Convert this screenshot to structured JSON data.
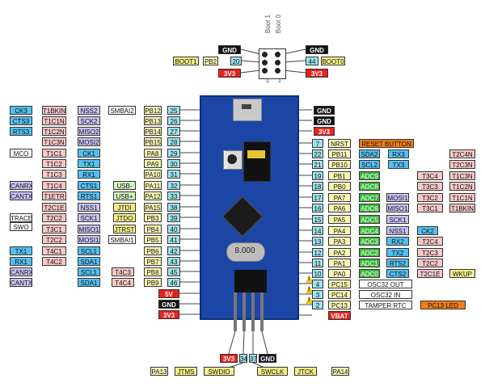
{
  "colors": {
    "green": "#3db83d",
    "blue": "#55bff0",
    "lavender": "#c8c3f5",
    "pink": "#f7c8c6",
    "yellow": "#f5ee8a",
    "lightyellow": "#fbf6b5",
    "red": "#e8211b",
    "black": "#111111",
    "orange": "#f07d16",
    "cyan": "#9fe3ef",
    "white": "#ffffff",
    "palegreen": "#d2f4c0",
    "board": "#1b46a6"
  },
  "boot_jumpers": {
    "label_0": "Boot 0",
    "label_1": "Boot 1",
    "num_left": "1",
    "num_right": "1"
  },
  "board": {
    "reset_label": "RESET",
    "crystal_label": "8.000"
  },
  "labels": [
    {
      "t": "GND",
      "c": "black"
    },
    {
      "t": "GND",
      "c": "black"
    },
    {
      "t": "BOOT1",
      "c": "yellow"
    },
    {
      "t": "PB2",
      "c": "lightyellow"
    },
    {
      "t": "20",
      "c": "cyan"
    },
    {
      "t": "44",
      "c": "cyan"
    },
    {
      "t": "BOOT0",
      "c": "yellow"
    },
    {
      "t": "3V3",
      "c": "red"
    },
    {
      "t": "3V3",
      "c": "red"
    },
    {
      "t": "CK3",
      "c": "blue"
    },
    {
      "t": "T1BKIN",
      "c": "pink"
    },
    {
      "t": "NSS2",
      "c": "lavender"
    },
    {
      "t": "SMBAI2",
      "c": "white"
    },
    {
      "t": "PB12",
      "c": "lightyellow"
    },
    {
      "t": "25",
      "c": "cyan"
    },
    {
      "t": "CTS3",
      "c": "blue"
    },
    {
      "t": "T1C1N",
      "c": "pink"
    },
    {
      "t": "SCK2",
      "c": "lavender"
    },
    {
      "t": "PB13",
      "c": "lightyellow"
    },
    {
      "t": "26",
      "c": "cyan"
    },
    {
      "t": "RTS3",
      "c": "blue"
    },
    {
      "t": "T1C2N",
      "c": "pink"
    },
    {
      "t": "MISO2",
      "c": "lavender"
    },
    {
      "t": "PB14",
      "c": "lightyellow"
    },
    {
      "t": "27",
      "c": "cyan"
    },
    {
      "t": "T1C3N",
      "c": "pink"
    },
    {
      "t": "MOSI2",
      "c": "lavender"
    },
    {
      "t": "PB15",
      "c": "lightyellow"
    },
    {
      "t": "28",
      "c": "cyan"
    },
    {
      "t": "MCO",
      "c": "white"
    },
    {
      "t": "T1C1",
      "c": "pink"
    },
    {
      "t": "CK1",
      "c": "blue"
    },
    {
      "t": "PA8",
      "c": "lightyellow"
    },
    {
      "t": "29",
      "c": "cyan"
    },
    {
      "t": "T1C2",
      "c": "pink"
    },
    {
      "t": "TX1",
      "c": "blue"
    },
    {
      "t": "PA9",
      "c": "lightyellow"
    },
    {
      "t": "30",
      "c": "cyan"
    },
    {
      "t": "T1C3",
      "c": "pink"
    },
    {
      "t": "RX1",
      "c": "blue"
    },
    {
      "t": "PA10",
      "c": "lightyellow"
    },
    {
      "t": "31",
      "c": "cyan"
    },
    {
      "t": "CANRX",
      "c": "lavender"
    },
    {
      "t": "T1C4",
      "c": "pink"
    },
    {
      "t": "CTS1",
      "c": "blue"
    },
    {
      "t": "USB-",
      "c": "palegreen"
    },
    {
      "t": "PA11",
      "c": "lightyellow"
    },
    {
      "t": "32",
      "c": "cyan"
    },
    {
      "t": "CANTX",
      "c": "lavender"
    },
    {
      "t": "T1ETR",
      "c": "pink"
    },
    {
      "t": "RTS1",
      "c": "blue"
    },
    {
      "t": "USB+",
      "c": "palegreen"
    },
    {
      "t": "PA12",
      "c": "lightyellow"
    },
    {
      "t": "33",
      "c": "cyan"
    },
    {
      "t": "T2C1E",
      "c": "pink"
    },
    {
      "t": "NSS1",
      "c": "lavender"
    },
    {
      "t": "JTDI",
      "c": "yellow"
    },
    {
      "t": "PA15",
      "c": "lightyellow"
    },
    {
      "t": "38",
      "c": "cyan"
    },
    {
      "t": "TRACE",
      "c": "white"
    },
    {
      "t": "T2C2",
      "c": "pink"
    },
    {
      "t": "SCK1",
      "c": "lavender"
    },
    {
      "t": "JTDO",
      "c": "yellow"
    },
    {
      "t": "PB3",
      "c": "lightyellow"
    },
    {
      "t": "39",
      "c": "cyan"
    },
    {
      "t": "SWO",
      "c": "white"
    },
    {
      "t": "T3C1",
      "c": "pink"
    },
    {
      "t": "MISO1",
      "c": "lavender"
    },
    {
      "t": "JTRST",
      "c": "yellow"
    },
    {
      "t": "PB4",
      "c": "lightyellow"
    },
    {
      "t": "40",
      "c": "cyan"
    },
    {
      "t": "T2C2",
      "c": "pink"
    },
    {
      "t": "MOSI1",
      "c": "lavender"
    },
    {
      "t": "SMBAI1",
      "c": "white"
    },
    {
      "t": "PB5",
      "c": "lightyellow"
    },
    {
      "t": "41",
      "c": "cyan"
    },
    {
      "t": "TX1",
      "c": "blue"
    },
    {
      "t": "T4C1",
      "c": "pink"
    },
    {
      "t": "SCL1",
      "c": "blue"
    },
    {
      "t": "PB6",
      "c": "lightyellow"
    },
    {
      "t": "42",
      "c": "cyan"
    },
    {
      "t": "RX1",
      "c": "blue"
    },
    {
      "t": "T4C2",
      "c": "pink"
    },
    {
      "t": "SDA1",
      "c": "blue"
    },
    {
      "t": "PB7",
      "c": "lightyellow"
    },
    {
      "t": "43",
      "c": "cyan"
    },
    {
      "t": "CANRX",
      "c": "lavender"
    },
    {
      "t": "SCL1",
      "c": "blue"
    },
    {
      "t": "T4C3",
      "c": "pink"
    },
    {
      "t": "PB8",
      "c": "lightyellow"
    },
    {
      "t": "45",
      "c": "cyan"
    },
    {
      "t": "CANTX",
      "c": "lavender"
    },
    {
      "t": "SDA1",
      "c": "blue"
    },
    {
      "t": "T4C4",
      "c": "pink"
    },
    {
      "t": "PB9",
      "c": "lightyellow"
    },
    {
      "t": "46",
      "c": "cyan"
    },
    {
      "t": "5V",
      "c": "red"
    },
    {
      "t": "GND",
      "c": "black"
    },
    {
      "t": "3V3",
      "c": "red"
    },
    {
      "t": "GND",
      "c": "black"
    },
    {
      "t": "GND",
      "c": "black"
    },
    {
      "t": "3V3",
      "c": "red"
    },
    {
      "t": "7",
      "c": "cyan"
    },
    {
      "t": "NRST",
      "c": "lightyellow"
    },
    {
      "t": "RESET BUTTON",
      "c": "orange"
    },
    {
      "t": "22",
      "c": "cyan"
    },
    {
      "t": "PB11",
      "c": "lightyellow"
    },
    {
      "t": "SDA2",
      "c": "blue"
    },
    {
      "t": "RX3",
      "c": "blue"
    },
    {
      "t": "T2C4N",
      "c": "pink"
    },
    {
      "t": "21",
      "c": "cyan"
    },
    {
      "t": "PB10",
      "c": "lightyellow"
    },
    {
      "t": "SCL2",
      "c": "blue"
    },
    {
      "t": "TX3",
      "c": "blue"
    },
    {
      "t": "T2C3N",
      "c": "pink"
    },
    {
      "t": "19",
      "c": "cyan"
    },
    {
      "t": "PB1",
      "c": "lightyellow"
    },
    {
      "t": "ADC9",
      "c": "green"
    },
    {
      "t": "T3C4",
      "c": "pink"
    },
    {
      "t": "T1C3N",
      "c": "pink"
    },
    {
      "t": "18",
      "c": "cyan"
    },
    {
      "t": "PB0",
      "c": "lightyellow"
    },
    {
      "t": "ADC8",
      "c": "green"
    },
    {
      "t": "T3C3",
      "c": "pink"
    },
    {
      "t": "T1C2N",
      "c": "pink"
    },
    {
      "t": "17",
      "c": "cyan"
    },
    {
      "t": "PA7",
      "c": "lightyellow"
    },
    {
      "t": "ADC7",
      "c": "green"
    },
    {
      "t": "MOSI1",
      "c": "lavender"
    },
    {
      "t": "T3C2",
      "c": "pink"
    },
    {
      "t": "T1C1N",
      "c": "pink"
    },
    {
      "t": "16",
      "c": "cyan"
    },
    {
      "t": "PA6",
      "c": "lightyellow"
    },
    {
      "t": "ADC6",
      "c": "green"
    },
    {
      "t": "MISO1",
      "c": "lavender"
    },
    {
      "t": "T3C1",
      "c": "pink"
    },
    {
      "t": "T1BKIN",
      "c": "pink"
    },
    {
      "t": "15",
      "c": "cyan"
    },
    {
      "t": "PA5",
      "c": "lightyellow"
    },
    {
      "t": "ADC5",
      "c": "green"
    },
    {
      "t": "SCK1",
      "c": "lavender"
    },
    {
      "t": "14",
      "c": "cyan"
    },
    {
      "t": "PA4",
      "c": "lightyellow"
    },
    {
      "t": "ADC4",
      "c": "green"
    },
    {
      "t": "NSS1",
      "c": "lavender"
    },
    {
      "t": "CK2",
      "c": "blue"
    },
    {
      "t": "13",
      "c": "cyan"
    },
    {
      "t": "PA3",
      "c": "lightyellow"
    },
    {
      "t": "ADC3",
      "c": "green"
    },
    {
      "t": "RX2",
      "c": "blue"
    },
    {
      "t": "T2C4",
      "c": "pink"
    },
    {
      "t": "12",
      "c": "cyan"
    },
    {
      "t": "PA2",
      "c": "lightyellow"
    },
    {
      "t": "ADC2",
      "c": "green"
    },
    {
      "t": "TX2",
      "c": "blue"
    },
    {
      "t": "T2C3",
      "c": "pink"
    },
    {
      "t": "11",
      "c": "cyan"
    },
    {
      "t": "PA1",
      "c": "lightyellow"
    },
    {
      "t": "ADC1",
      "c": "green"
    },
    {
      "t": "RTS2",
      "c": "blue"
    },
    {
      "t": "T2C2",
      "c": "pink"
    },
    {
      "t": "10",
      "c": "cyan"
    },
    {
      "t": "PA0",
      "c": "lightyellow"
    },
    {
      "t": "ADC0",
      "c": "green"
    },
    {
      "t": "CTS2",
      "c": "blue"
    },
    {
      "t": "T2C1E",
      "c": "pink"
    },
    {
      "t": "WKUP",
      "c": "yellow"
    },
    {
      "t": "4",
      "c": "cyan"
    },
    {
      "t": "PC15",
      "c": "lightyellow"
    },
    {
      "t": "OSC32 OUT",
      "c": "white"
    },
    {
      "t": "3",
      "c": "cyan"
    },
    {
      "t": "PC14",
      "c": "lightyellow"
    },
    {
      "t": "OSC32 IN",
      "c": "white"
    },
    {
      "t": "2",
      "c": "cyan"
    },
    {
      "t": "PC13",
      "c": "lightyellow"
    },
    {
      "t": "TAMPER RTC",
      "c": "white"
    },
    {
      "t": "PC13 LED",
      "c": "orange"
    },
    {
      "t": "VBAT",
      "c": "red"
    },
    {
      "t": "3V3",
      "c": "red"
    },
    {
      "t": "GND",
      "c": "black"
    },
    {
      "t": "34",
      "c": "cyan"
    },
    {
      "t": "37",
      "c": "cyan"
    },
    {
      "t": "PA13",
      "c": "lightyellow"
    },
    {
      "t": "JTMS",
      "c": "yellow"
    },
    {
      "t": "SWDIO",
      "c": "yellow"
    },
    {
      "t": "SWCLK",
      "c": "yellow"
    },
    {
      "t": "JTCK",
      "c": "yellow"
    },
    {
      "t": "PA14",
      "c": "lightyellow"
    }
  ],
  "warnings": [
    "!",
    "!",
    "!"
  ]
}
